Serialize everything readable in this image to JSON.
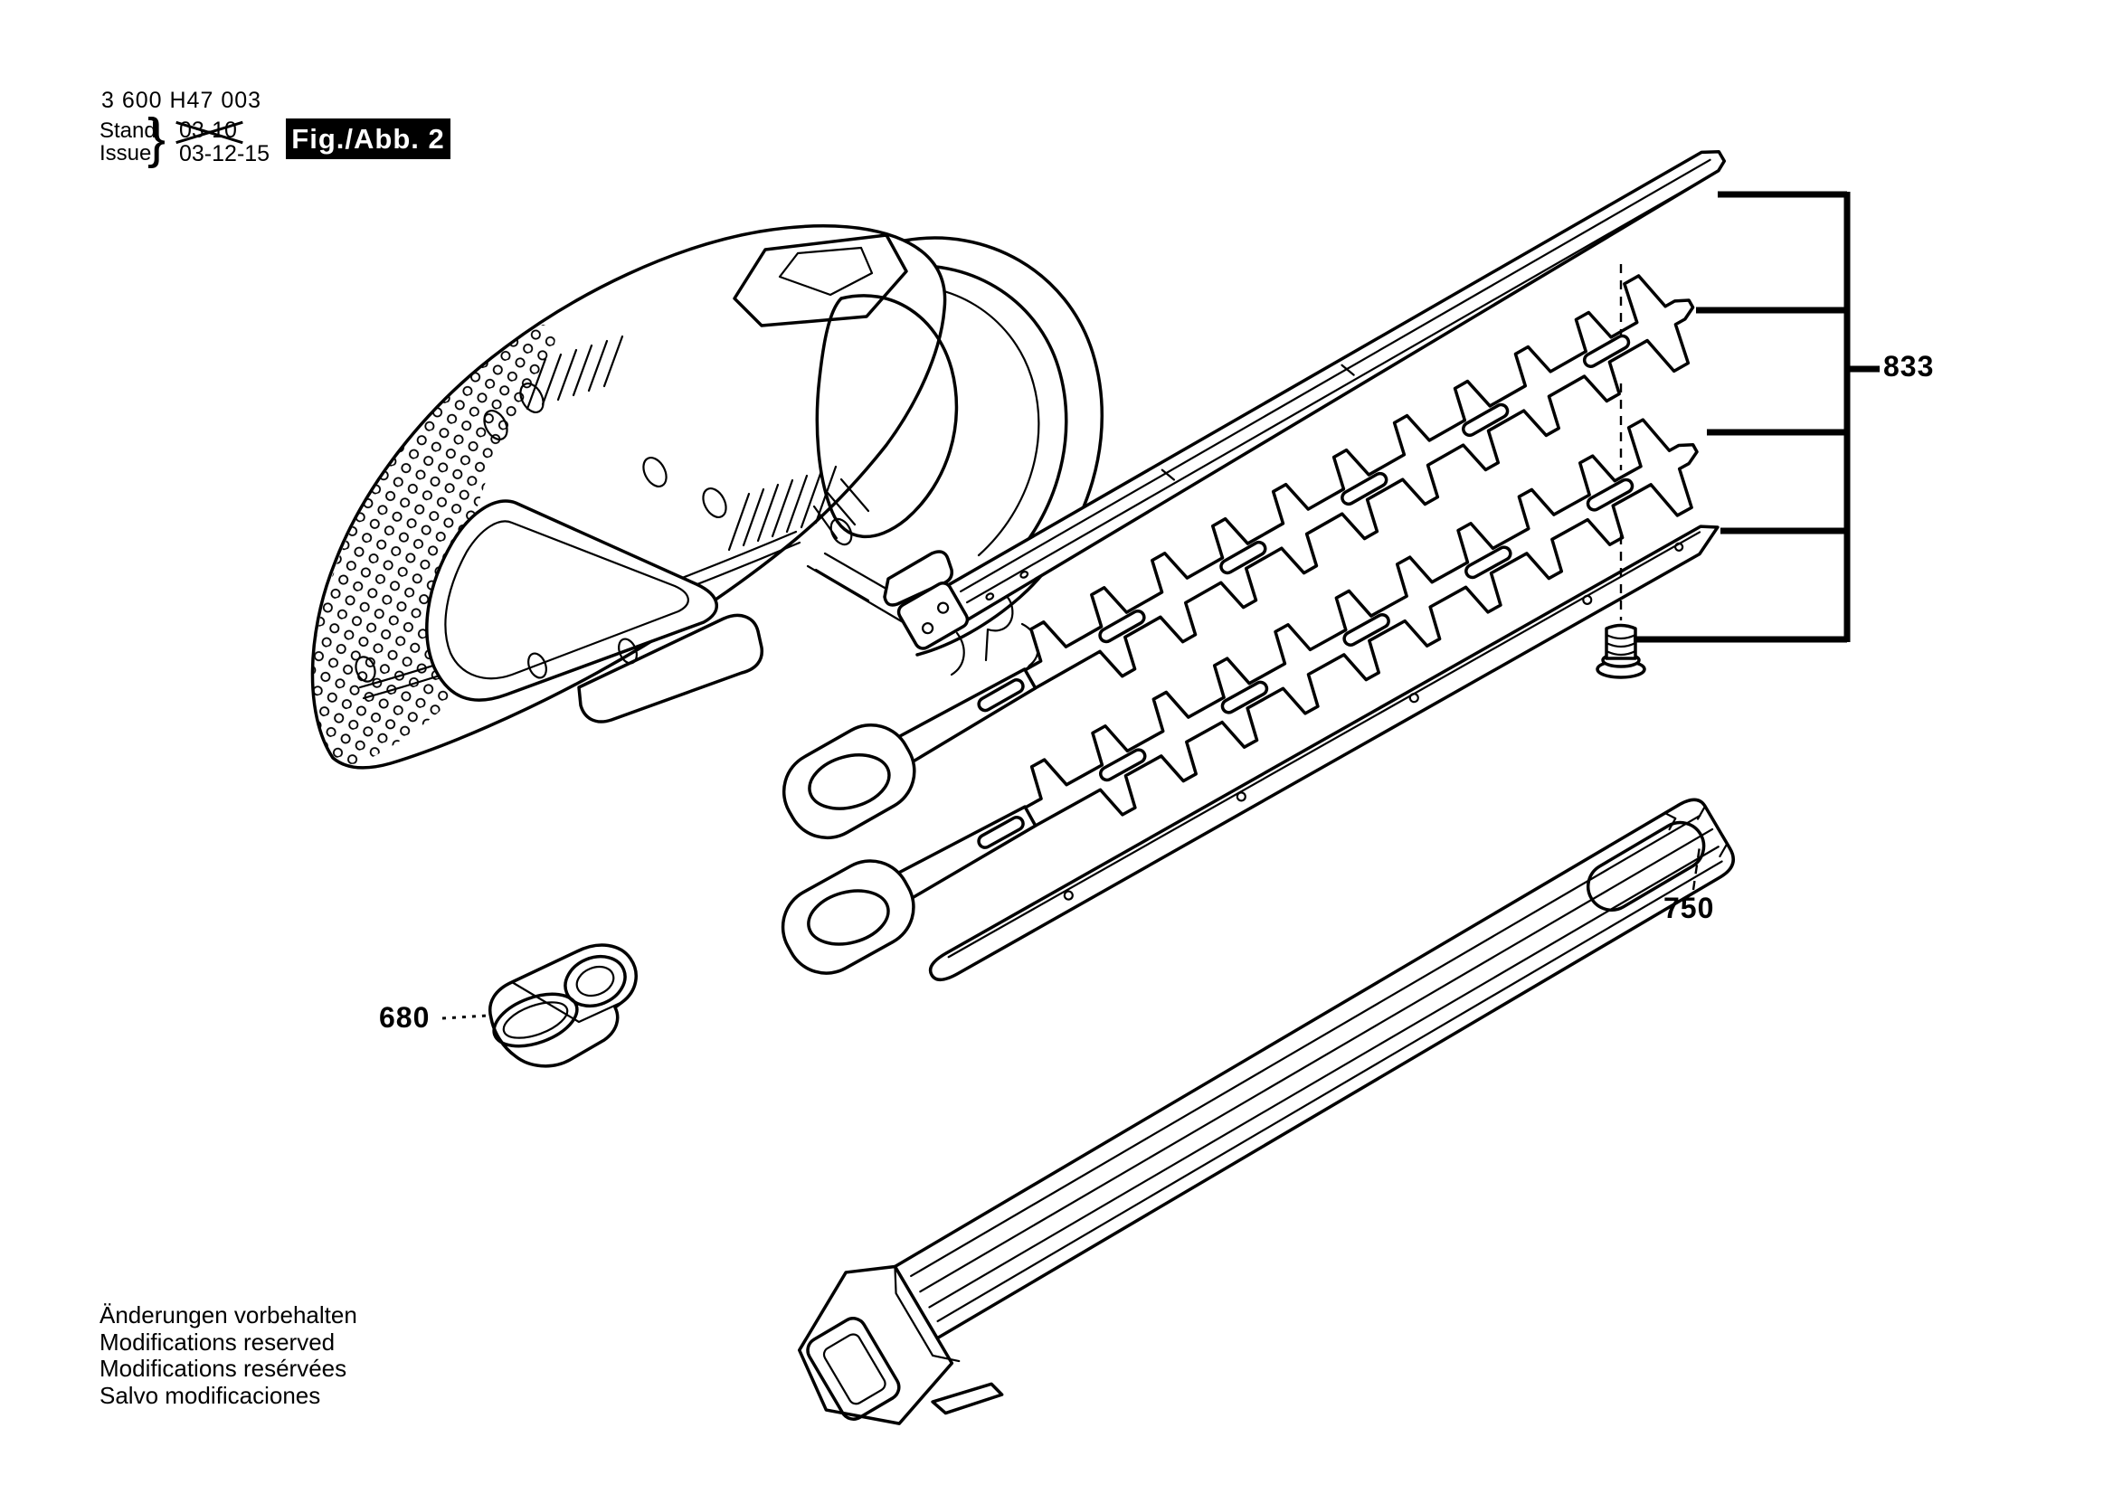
{
  "header": {
    "type_number": "3 600 H47 003",
    "stand_label": "Stand",
    "issue_label": "Issue",
    "brace": "}",
    "superseded_date": "03-10",
    "issue_date": "03-12-15",
    "figure_badge": "Fig./Abb. 2"
  },
  "callouts": {
    "blade_set": "833",
    "blade_guard": "750",
    "tip_protector": "680"
  },
  "footer_lines": [
    "Änderungen vorbehalten",
    "Modifications reserved",
    "Modifications resérvées",
    "Salvo modificaciones"
  ],
  "colors": {
    "ink": "#000000",
    "paper": "#ffffff"
  }
}
